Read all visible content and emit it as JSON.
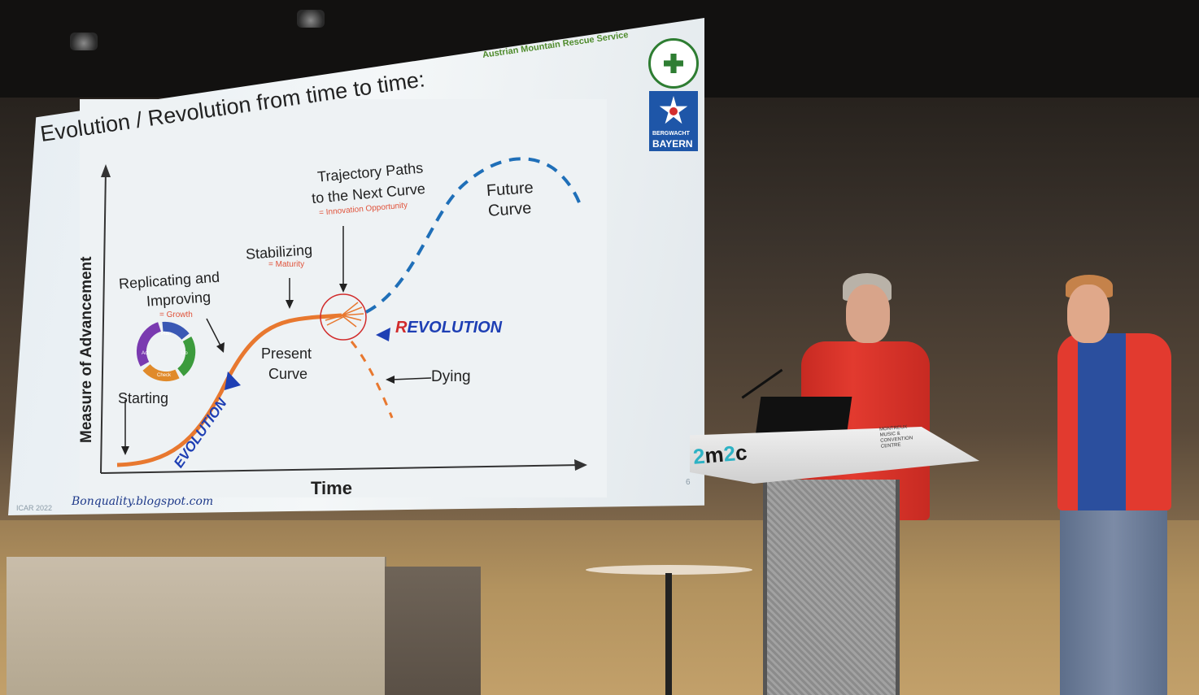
{
  "slide": {
    "title": "Evolution / Revolution from time to time:",
    "organization": "Austrian Mountain Rescue Service",
    "logo_right_line1": "BERGWACHT",
    "logo_right_line2": "BAYERN",
    "footer_event": "ICAR 2022",
    "footer_source": "Bonquality.blogspot.com",
    "page_number": "6"
  },
  "diagram": {
    "y_axis_label": "Measure of Advancement",
    "x_axis_label": "Time",
    "labels": {
      "starting": "Starting",
      "replicating_line1": "Replicating and",
      "replicating_line2": "Improving",
      "growth": "= Growth",
      "stabilizing": "Stabilizing",
      "maturity": "= Maturity",
      "present_line1": "Present",
      "present_line2": "Curve",
      "trajectory_line1": "Trajectory Paths",
      "trajectory_line2": "to the Next Curve",
      "innovation": "= Innovation Opportunity",
      "future_line1": "Future",
      "future_line2": "Curve",
      "dying": "Dying",
      "evolution": "EVOLUTION",
      "revolution_first": "R",
      "revolution_rest": "EVOLUTION"
    },
    "cycle": [
      "Plan",
      "Do",
      "Check",
      "Act"
    ],
    "colors": {
      "present_curve": "#e8782f",
      "future_curve": "#1f6fb8",
      "arrow": "#1e3fb4",
      "cycle": [
        "#3a58b4",
        "#3c9b3c",
        "#d93a2a",
        "#e08a2a",
        "#7a3ab0"
      ]
    }
  },
  "venue": {
    "logo_a": "2",
    "logo_b": "m",
    "logo_c": "2",
    "logo_d": "c",
    "name_line1": "MONTREUX",
    "name_line2": "MUSIC &",
    "name_line3": "CONVENTION",
    "name_line4": "CENTRE"
  }
}
